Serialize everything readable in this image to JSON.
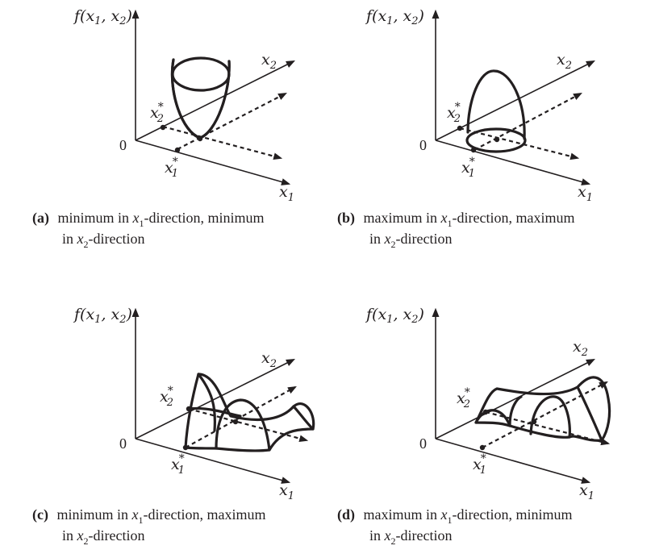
{
  "axis_labels": {
    "f": "f(x",
    "f_sub1": "1",
    "f_mid": ", x",
    "f_sub2": "2",
    "f_end": ")",
    "x1": "x",
    "x1_sub": "1",
    "x2": "x",
    "x2_sub": "2",
    "x1_star": "x",
    "x1_star_sup": "*",
    "x1_star_sub": "1",
    "x2_star": "x",
    "x2_star_sup": "*",
    "x2_star_sub": "2",
    "origin": "0"
  },
  "panels": [
    {
      "id": "a",
      "label": "(a)",
      "line1": [
        "minimum in ",
        "x",
        "1",
        "-direction, minimum"
      ],
      "line2": [
        "in ",
        "x",
        "2",
        "-direction"
      ]
    },
    {
      "id": "b",
      "label": "(b)",
      "line1": [
        "maximum in ",
        "x",
        "1",
        "-direction, maximum"
      ],
      "line2": [
        "in ",
        "x",
        "2",
        "-direction"
      ]
    },
    {
      "id": "c",
      "label": "(c)",
      "line1": [
        "minimum in ",
        "x",
        "1",
        "-direction, maximum"
      ],
      "line2": [
        "in ",
        "x",
        "2",
        "-direction"
      ]
    },
    {
      "id": "d",
      "label": "(d)",
      "line1": [
        "maximum in ",
        "x",
        "1",
        "-direction, minimum"
      ],
      "line2": [
        "in ",
        "x",
        "2",
        "-direction"
      ]
    }
  ]
}
